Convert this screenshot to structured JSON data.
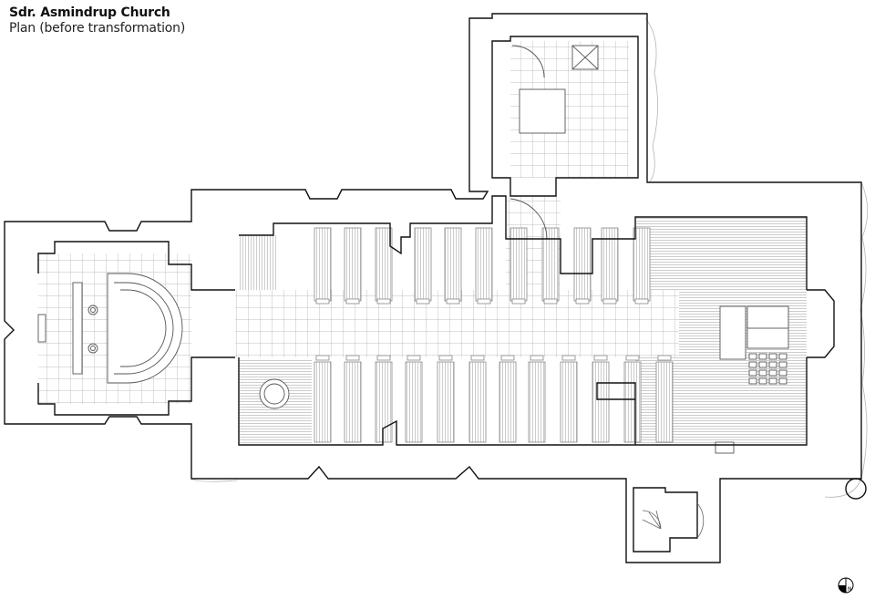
{
  "header": {
    "title": "Sdr. Asmindrup Church",
    "subtitle": "Plan (before transformation)"
  },
  "north_arrow": {
    "label": "N",
    "icon": "north-arrow-icon"
  },
  "colors": {
    "wall": "#111111",
    "detail": "#8a8a8a",
    "terrain": "#b0b0b0"
  }
}
